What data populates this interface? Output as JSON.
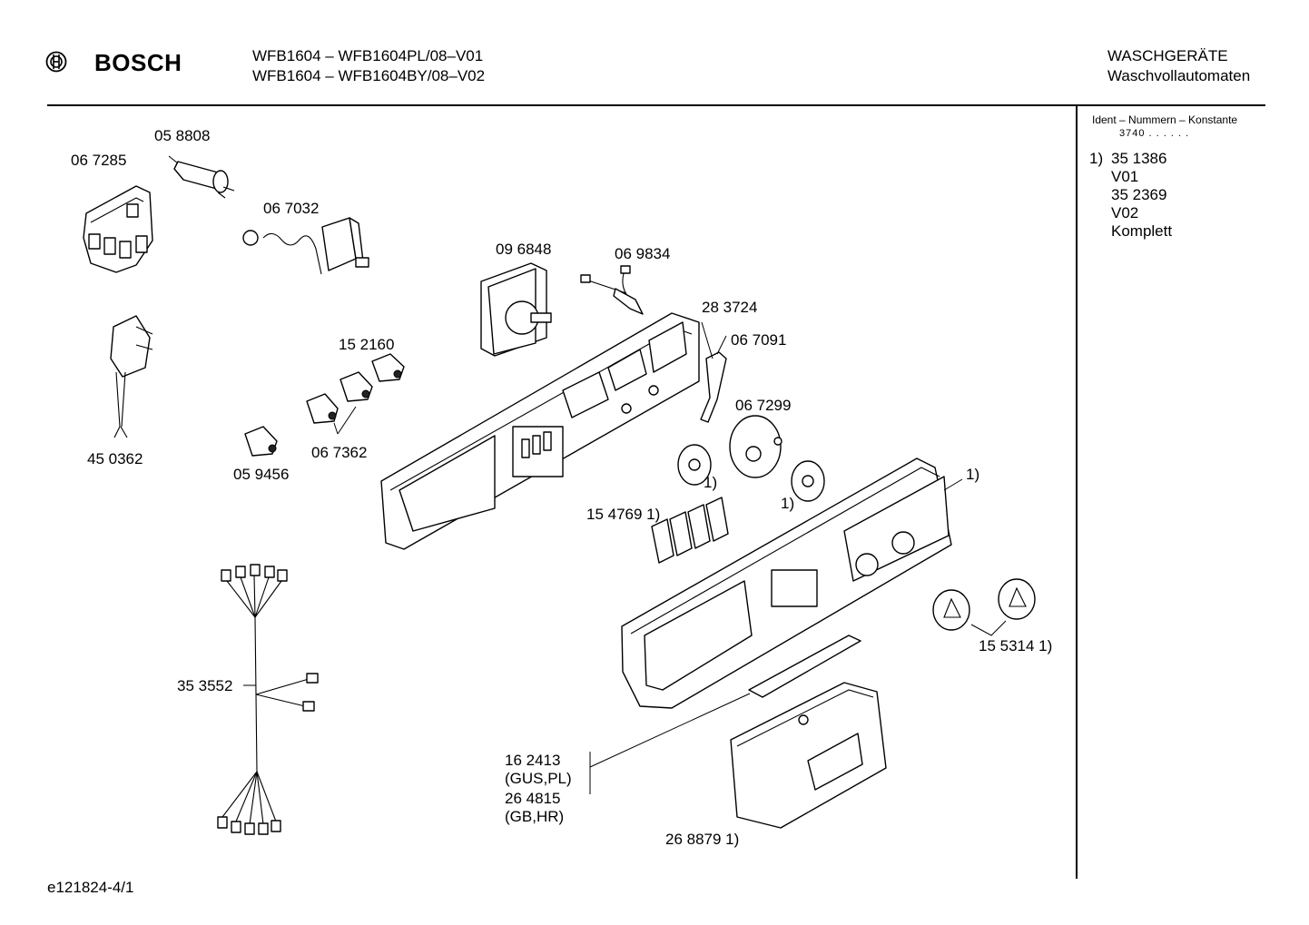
{
  "header": {
    "brand": "BOSCH",
    "model_line_1": "WFB1604 – WFB1604PL/08–V01",
    "model_line_2": "WFB1604 – WFB1604BY/08–V02",
    "category_line_1": "WASCHGERÄTE",
    "category_line_2": "Waschvollautomaten",
    "logo_icon": "bosch-armature-icon"
  },
  "sidebar": {
    "ident_title": "Ident – Nummern – Konstante",
    "ident_code": "3740 .  .     .  .  .  .",
    "note_marker": "1)",
    "note_lines": [
      "35 1386",
      "V01",
      "35 2369",
      "V02",
      "Komplett"
    ]
  },
  "parts": {
    "p058808": "05 8808",
    "p067285": "06 7285",
    "p067032": "06 7032",
    "p096848": "09 6848",
    "p069834": "06 9834",
    "p283724": "28 3724",
    "p067091": "06 7091",
    "p152160": "15 2160",
    "p067299": "06 7299",
    "p450362": "45 0362",
    "p067362": "06 7362",
    "p059456": "05 9456",
    "knob_note_a": "1)",
    "knob_note_b": "1)",
    "panel_note": "1)",
    "p154769": "15 4769 1)",
    "p155314": "15 5314 1)",
    "p353552": "35 3552",
    "p162413_a": "16 2413",
    "p162413_b": "(GUS,PL)",
    "p264815_a": "26 4815",
    "p264815_b": "(GB,HR)",
    "p268879": "26 8879 1)"
  },
  "footer": {
    "doc_id": "e121824-4/1"
  }
}
